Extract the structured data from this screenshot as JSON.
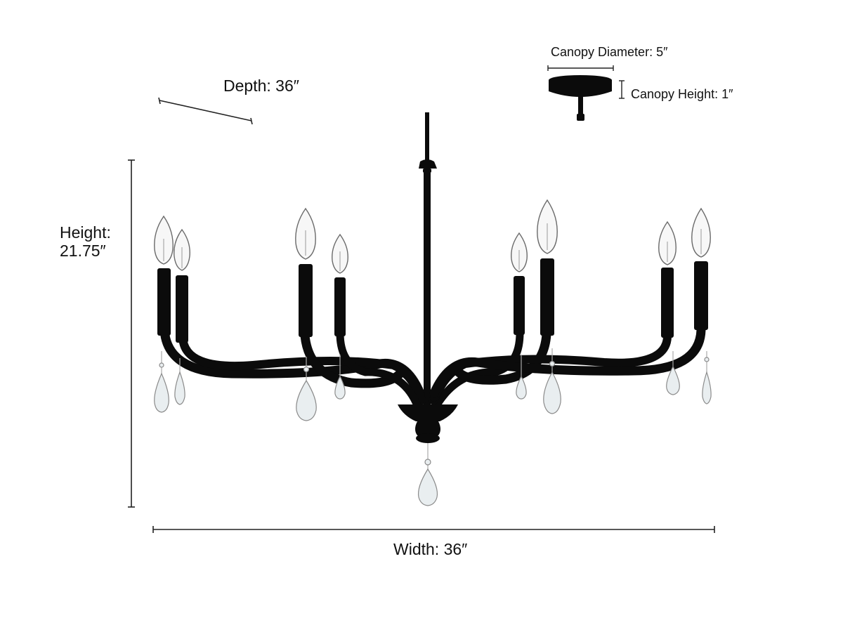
{
  "dimensions": {
    "depth": "Depth: 36″",
    "height_line1": "Height:",
    "height_line2": "21.75″",
    "width": "Width: 36″",
    "canopy_diameter": "Canopy Diameter: 5″",
    "canopy_height": "Canopy Height: 1″"
  },
  "colors": {
    "fixture": "#0b0b0b",
    "dimension_line": "#222222",
    "bulb_glass": "#f7f7f7",
    "crystal": "#e9eef0"
  },
  "fixture": {
    "arm_count": 8,
    "crystal_count": 9
  }
}
